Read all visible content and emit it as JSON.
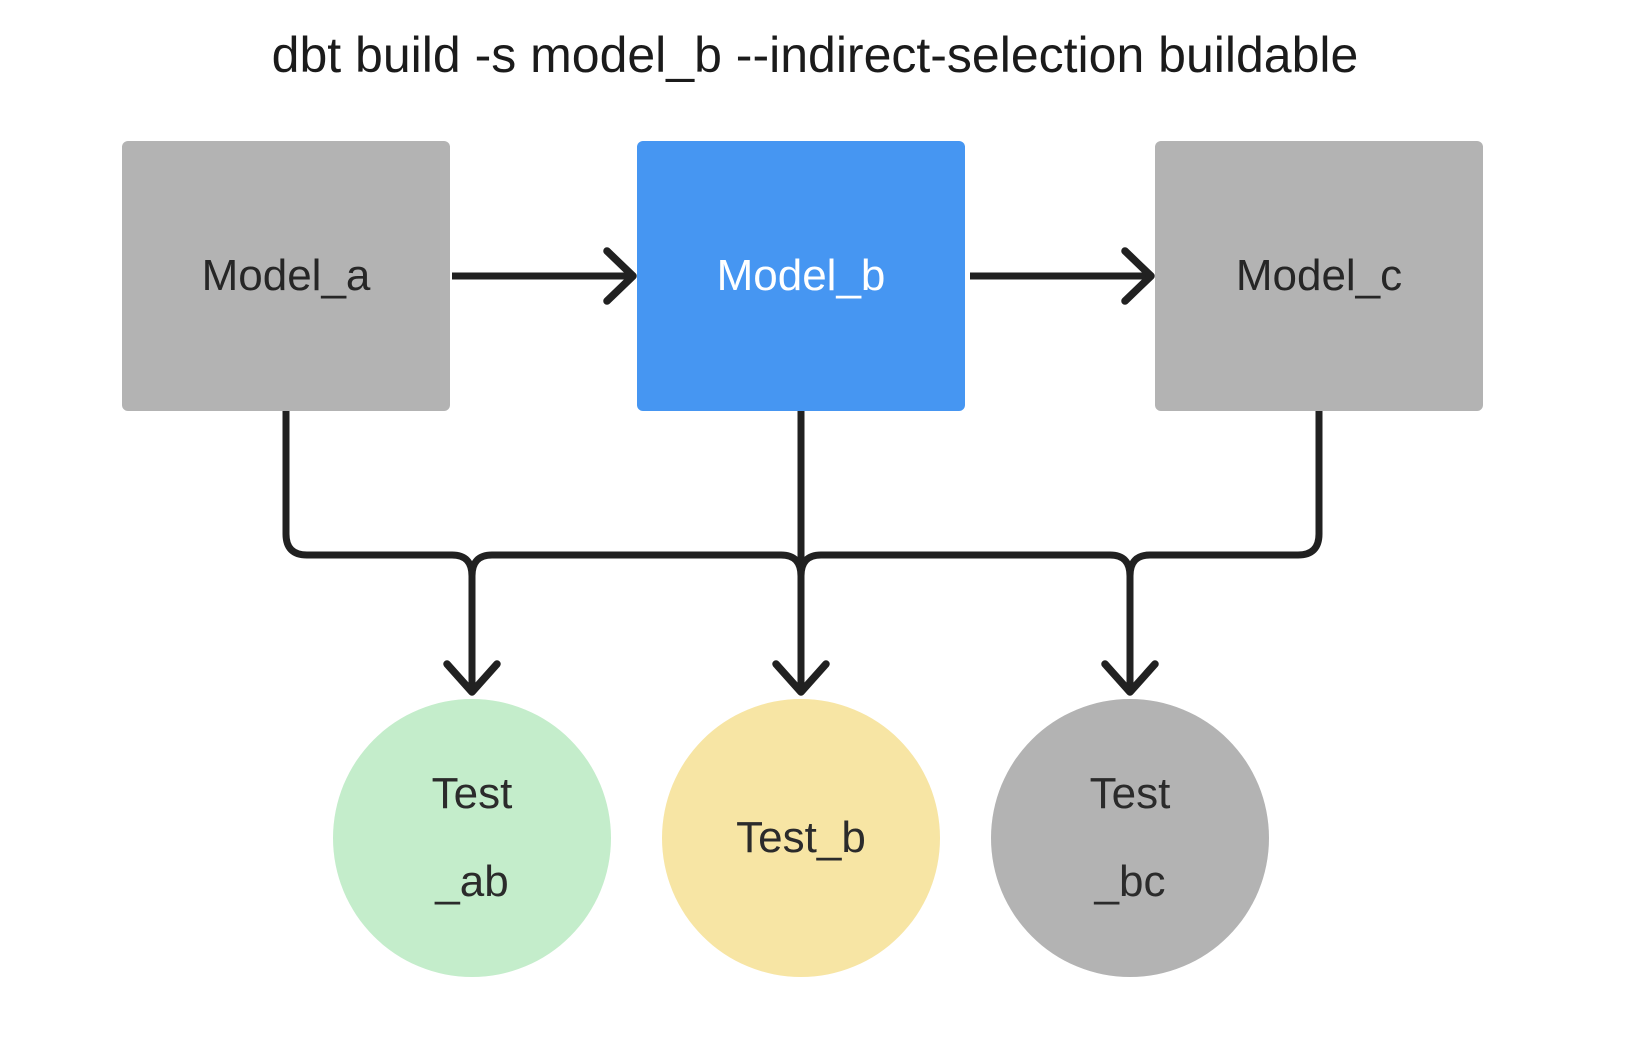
{
  "title": "dbt build -s model_b --indirect-selection buildable",
  "nodes": {
    "model_a": {
      "label": "Model_a",
      "kind": "model",
      "fill": "#b3b3b3",
      "text_color": "#262626",
      "selected": false
    },
    "model_b": {
      "label": "Model_b",
      "kind": "model",
      "fill": "#4696f2",
      "text_color": "#ffffff",
      "selected": true
    },
    "model_c": {
      "label": "Model_c",
      "kind": "model",
      "fill": "#b3b3b3",
      "text_color": "#262626",
      "selected": false
    },
    "test_ab": {
      "label": "Test\n_ab",
      "kind": "test",
      "fill": "#c4edcb",
      "text_color": "#2b2b2b"
    },
    "test_b": {
      "label": "Test_b",
      "kind": "test",
      "fill": "#f7e5a4",
      "text_color": "#2b2b2b"
    },
    "test_bc": {
      "label": "Test\n_bc",
      "kind": "test",
      "fill": "#b3b3b3",
      "text_color": "#2b2b2b"
    }
  },
  "edges": [
    {
      "from": "model_a",
      "to": "model_b",
      "style": "arrow-right"
    },
    {
      "from": "model_b",
      "to": "model_c",
      "style": "arrow-right"
    },
    {
      "from": "models-bus",
      "to": "test_ab",
      "style": "arrow-down"
    },
    {
      "from": "models-bus",
      "to": "test_b",
      "style": "arrow-down"
    },
    {
      "from": "models-bus",
      "to": "test_bc",
      "style": "arrow-down"
    }
  ],
  "colors": {
    "background": "#ffffff",
    "edge_line": "#212121",
    "selected_model_blue": "#4696f2",
    "unselected_gray": "#b3b3b3",
    "test_green": "#c4edcb",
    "test_yellow": "#f7e5a4"
  }
}
